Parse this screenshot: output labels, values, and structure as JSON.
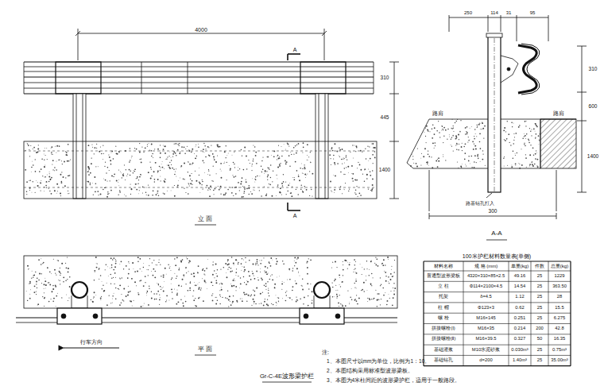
{
  "diagram": {
    "title": "Gr-C-4E波形梁护栏",
    "labels": [
      "4000",
      "310",
      "445",
      "1400",
      "A",
      "A",
      "立 面",
      "250",
      "114",
      "31",
      "95",
      "310",
      "600",
      "1400",
      "路肩",
      "路肩",
      "路基钻孔打入",
      "300",
      "A-A",
      "平 面",
      "行车方向",
      "100米护栏材料数量表(单侧)",
      "材料名称",
      "规 格 (mm)",
      "单重(kg)",
      "件数",
      "总重(kg)",
      "普通型波形梁板",
      "4320×310×85×2.5",
      "49.16",
      "25",
      "1229",
      "立 柱",
      "Φ114×2100×4.5",
      "14.54",
      "25",
      "363.50",
      "托架",
      "δ=4.5",
      "1.12",
      "25",
      "28",
      "柱 帽",
      "Φ123×3",
      "0.62",
      "25",
      "15.5",
      "螺 栓",
      "M16×145",
      "0.251",
      "25",
      "6.275",
      "拼接螺栓(Ⅰ)",
      "M16×35",
      "0.214",
      "200",
      "42.8",
      "拼接螺栓(Ⅱ)",
      "M16×39.5",
      "0.327",
      "50",
      "16.35",
      "基础灌浆",
      "M10水泥砂浆",
      "0.030m³",
      "25",
      "0.75m³",
      "基础钻孔",
      "d=200",
      "1.40m³",
      "25",
      "35.00m³",
      "注:",
      "1、本图尺寸以mm为单位，比例为1：10。",
      "2、本图结构采用标准型波形梁板。",
      "3、本图为4米柱间距的波形梁护栏，适用于一般路段。"
    ]
  }
}
